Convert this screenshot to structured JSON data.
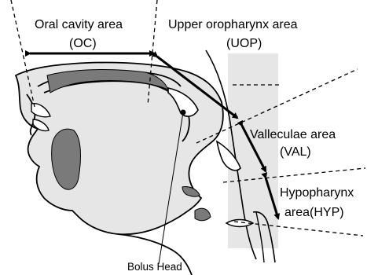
{
  "labels": {
    "oc_name": "Oral cavity area",
    "oc_abbr": "(OC)",
    "uop_name": "Upper oropharynx area",
    "uop_abbr": "(UOP)",
    "val_name": "Valleculae area",
    "val_abbr": "(VAL)",
    "hyp_name": "Hypopharynx",
    "hyp_abbr": "area(HYP)",
    "bolus": "Bolus Head"
  },
  "colors": {
    "line": "#000000",
    "soft_tissue": "#e6e6e6",
    "bolus_fill": "#7a7a7a",
    "background": "#ffffff"
  }
}
